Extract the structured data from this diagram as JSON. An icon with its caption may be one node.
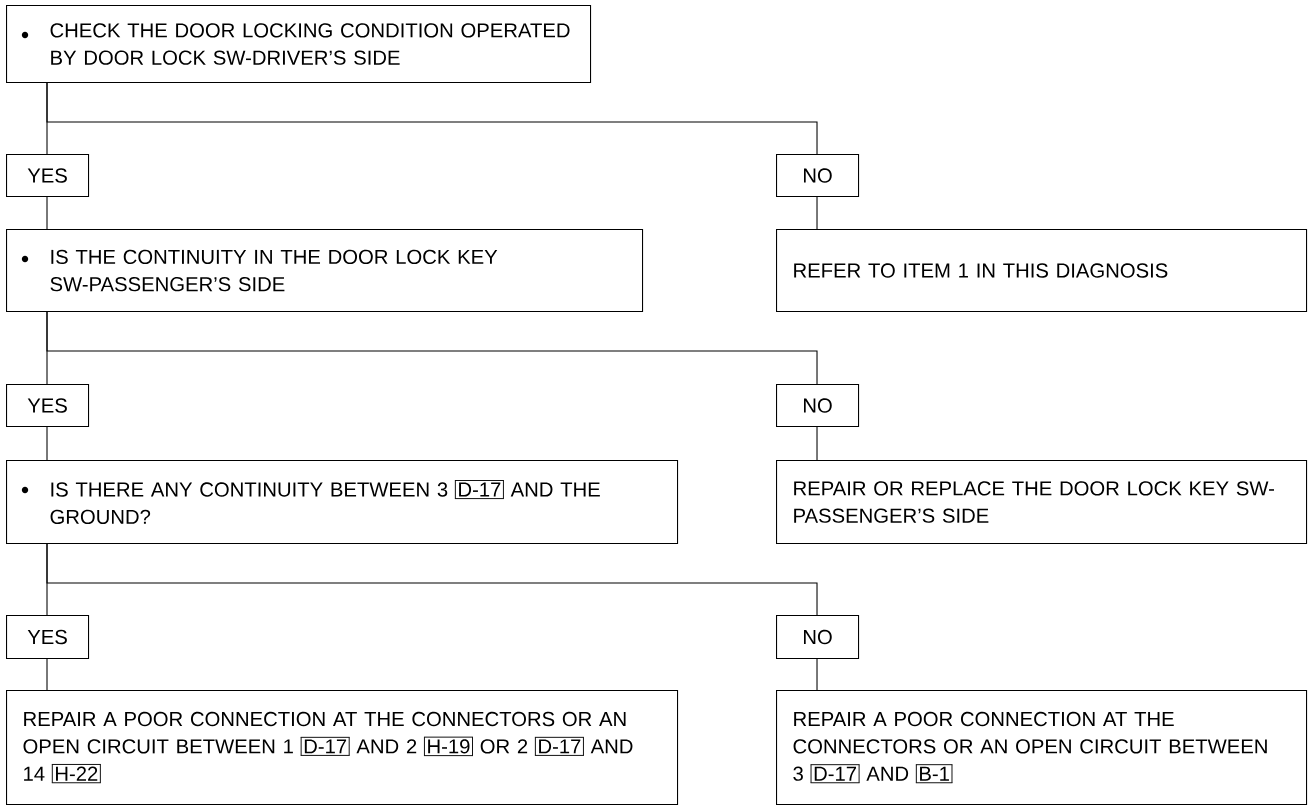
{
  "diagram": {
    "nodes": [
      {
        "text": [
          "CHECK THE DOOR LOCKING CONDITION OPERATED BY DOOR LOCK SW-DRIVER’S SIDE"
        ]
      },
      {
        "text": [
          "YES"
        ]
      },
      {
        "text": [
          "NO"
        ]
      },
      {
        "text": [
          "IS THE CONTINUITY IN THE DOOR LOCK KEY SW-PASSENGER’S SIDE"
        ]
      },
      {
        "text": [
          "REFER TO ITEM 1 IN THIS DIAGNOSIS"
        ]
      },
      {
        "text": [
          "YES"
        ]
      },
      {
        "text": [
          "NO"
        ]
      },
      {
        "text": [
          "IS THERE ANY CONTINUITY BETWEEN 3",
          "D-17",
          "AND THE GROUND?"
        ]
      },
      {
        "text": [
          "REPAIR OR REPLACE THE DOOR LOCK KEY SW-PASSENGER’S SIDE"
        ]
      },
      {
        "text": [
          "YES"
        ]
      },
      {
        "text": [
          "NO"
        ]
      },
      {
        "text": [
          "REPAIR A POOR CONNECTION AT THE CONNECTORS OR AN OPEN CIRCUIT BETWEEN 1",
          "D-17",
          "AND 2",
          "H-19",
          "OR 2",
          "D-17",
          "AND 14",
          "H-22"
        ]
      },
      {
        "text": [
          "REPAIR A POOR CONNECTION AT THE CONNECTORS OR AN OPEN CIRCUIT BETWEEN 3",
          "D-17",
          "AND",
          "B-1"
        ]
      }
    ],
    "edges": [
      {
        "from": 0,
        "to": 1,
        "arrow": "none"
      },
      {
        "from": 0,
        "to": 2,
        "arrow": "none"
      },
      {
        "from": 1,
        "to": 3,
        "arrow": "none"
      },
      {
        "from": 2,
        "to": 4,
        "arrow": "none"
      },
      {
        "from": 3,
        "to": 5,
        "arrow": "none"
      },
      {
        "from": 3,
        "to": 6,
        "arrow": "none"
      },
      {
        "from": 5,
        "to": 7,
        "arrow": "none"
      },
      {
        "from": 6,
        "to": 8,
        "arrow": "none"
      },
      {
        "from": 7,
        "to": 9,
        "arrow": "none"
      },
      {
        "from": 7,
        "to": 10,
        "arrow": "none"
      },
      {
        "from": 9,
        "to": 11,
        "arrow": "none"
      },
      {
        "from": 10,
        "to": 12,
        "arrow": "none"
      }
    ]
  }
}
